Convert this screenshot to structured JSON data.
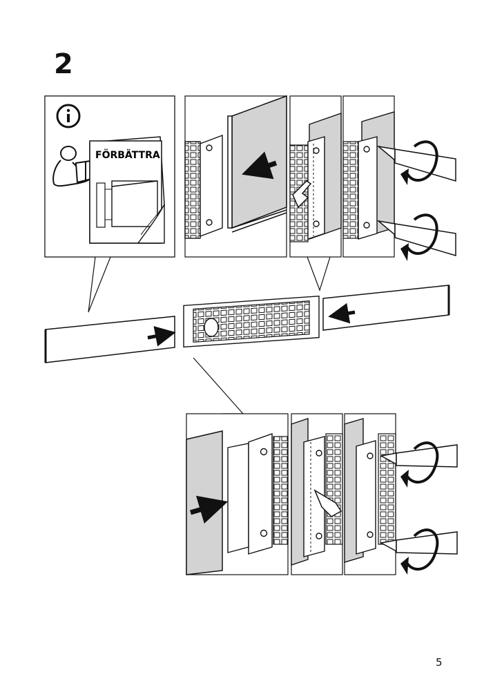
{
  "step": {
    "number": "2"
  },
  "info_panel": {
    "icon": "info-icon",
    "booklet_title": "FÖRBÄTTRA"
  },
  "page": {
    "number": "5"
  }
}
